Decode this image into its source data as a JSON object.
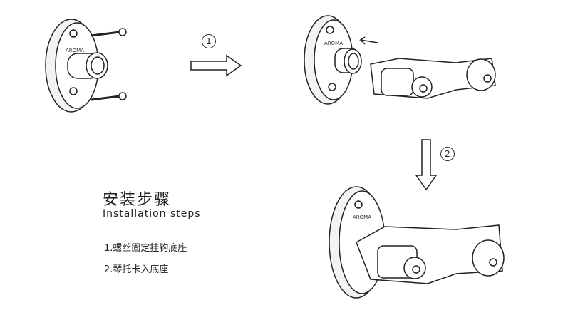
{
  "title": "安装步骤",
  "subtitle": "Installation steps",
  "steps": [
    "1.螺丝固定挂钩底座",
    "2.琴托卡入底座"
  ],
  "markers": [
    "1",
    "2"
  ],
  "brand_logo": "AROMA"
}
